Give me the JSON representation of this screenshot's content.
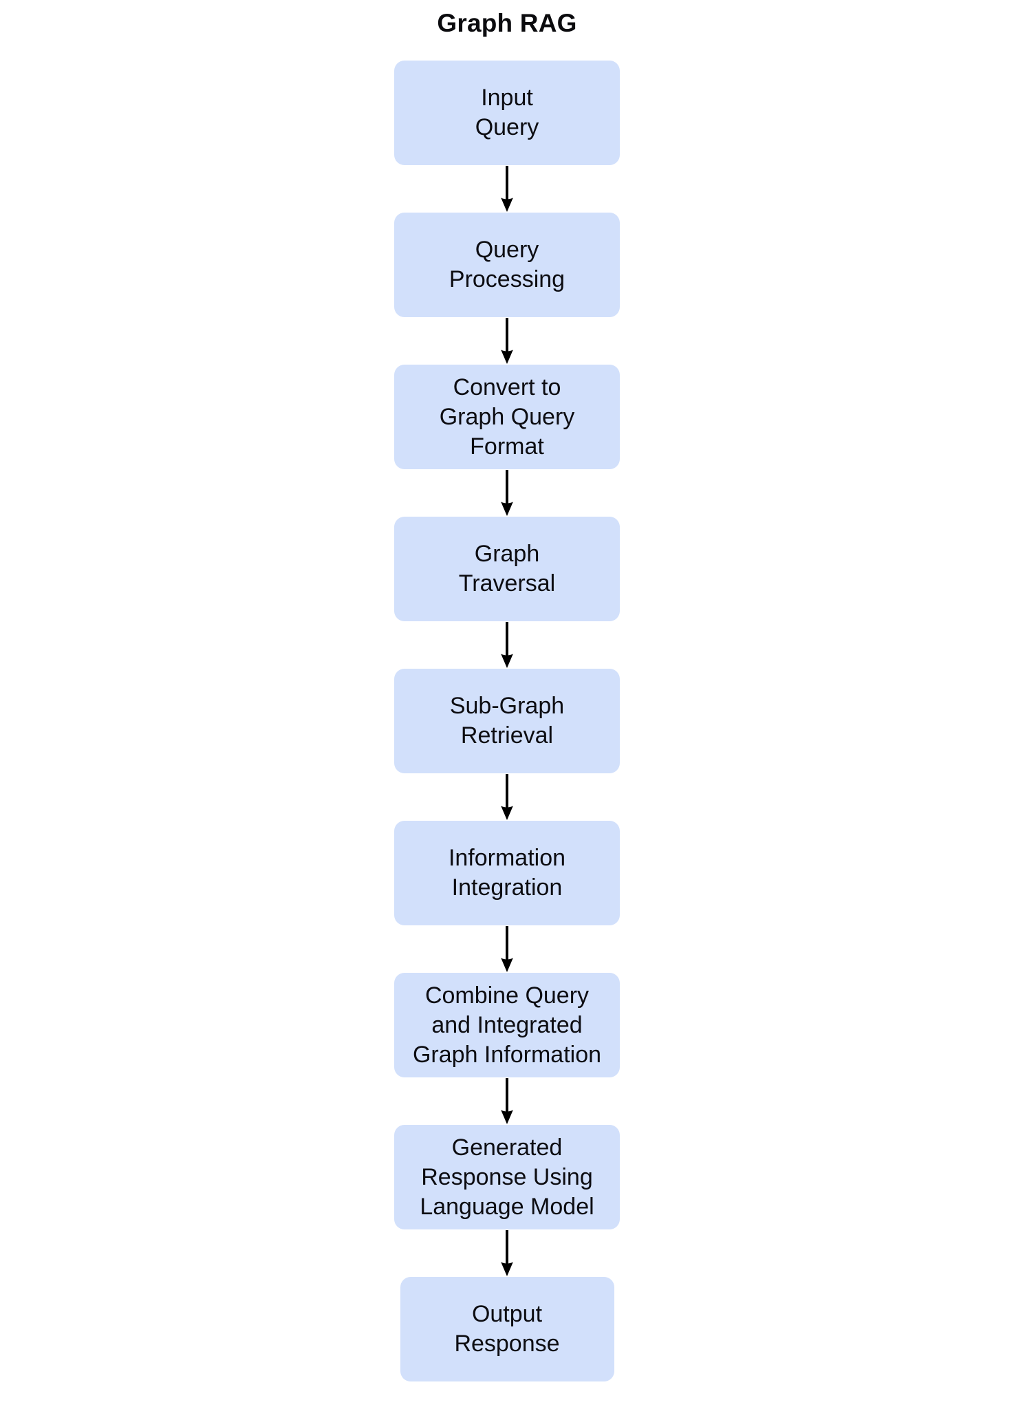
{
  "title": "Graph RAG",
  "page_background": "#ffffff",
  "flowchart": {
    "direction": "top-down",
    "node_fill": "#d2e0fb",
    "node_text_color": "#0d0d12",
    "arrow_color": "#000000",
    "nodes": [
      {
        "id": "input-query",
        "label": "Input\nQuery"
      },
      {
        "id": "query-processing",
        "label": "Query\nProcessing"
      },
      {
        "id": "convert-to-graph-query-format",
        "label": "Convert to\nGraph Query\nFormat"
      },
      {
        "id": "graph-traversal",
        "label": "Graph\nTraversal"
      },
      {
        "id": "sub-graph-retrieval",
        "label": "Sub-Graph\nRetrieval"
      },
      {
        "id": "information-integration",
        "label": "Information\nIntegration"
      },
      {
        "id": "combine-query-and-integrated-graph-information",
        "label": "Combine Query\nand Integrated\nGraph Information"
      },
      {
        "id": "generated-response-using-language-model",
        "label": "Generated\nResponse Using\nLanguage Model"
      },
      {
        "id": "output-response",
        "label": "Output\nResponse"
      }
    ],
    "edges": [
      {
        "from": "input-query",
        "to": "query-processing"
      },
      {
        "from": "query-processing",
        "to": "convert-to-graph-query-format"
      },
      {
        "from": "convert-to-graph-query-format",
        "to": "graph-traversal"
      },
      {
        "from": "graph-traversal",
        "to": "sub-graph-retrieval"
      },
      {
        "from": "sub-graph-retrieval",
        "to": "information-integration"
      },
      {
        "from": "information-integration",
        "to": "combine-query-and-integrated-graph-information"
      },
      {
        "from": "combine-query-and-integrated-graph-information",
        "to": "generated-response-using-language-model"
      },
      {
        "from": "generated-response-using-language-model",
        "to": "output-response"
      }
    ]
  }
}
